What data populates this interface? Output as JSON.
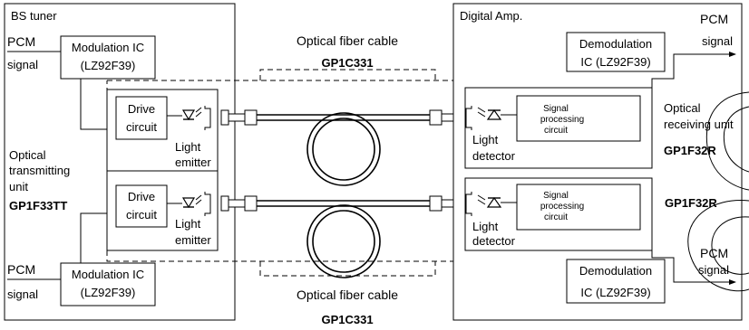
{
  "bs_tuner": {
    "title": "BS tuner",
    "pcm_top": "PCM",
    "signal_top": "signal",
    "pcm_bottom": "PCM",
    "signal_bottom": "signal",
    "mod_top_line1": "Modulation IC",
    "mod_top_line2": "(LZ92F39)",
    "mod_bottom_line1": "Modulation IC",
    "mod_bottom_line2": "(LZ92F39)"
  },
  "tx_unit": {
    "label_line1": "Optical",
    "label_line2": "transmitting",
    "label_line3": "unit",
    "part": "GP1F33TT",
    "drive_line1": "Drive",
    "drive_line2": "circuit",
    "emitter_line1": "Light",
    "emitter_line2": "emitter"
  },
  "fiber": {
    "top_label": "Optical fiber cable",
    "top_part": "GP1C331",
    "bottom_label": "Optical fiber cable",
    "bottom_part": "GP1C331"
  },
  "digital_amp": {
    "title": "Digital Amp.",
    "pcm_top": "PCM",
    "signal_top": "signal",
    "pcm_bottom": "PCM",
    "signal_bottom": "signal",
    "demod_top_line1": "Demodulation",
    "demod_top_line2": "IC (LZ92F39)",
    "demod_bottom_line1": "Demodulation",
    "demod_bottom_line2": "IC (LZ92F39)"
  },
  "rx_unit": {
    "label_line1": "Optical",
    "label_line2": "receiving unit",
    "part_top": "GP1F32R",
    "part_bottom": "GP1F32R",
    "signal_line1": "Signal",
    "signal_line2": "processing",
    "signal_line3": "circuit",
    "detector_line1": "Light",
    "detector_line2": "detector"
  }
}
